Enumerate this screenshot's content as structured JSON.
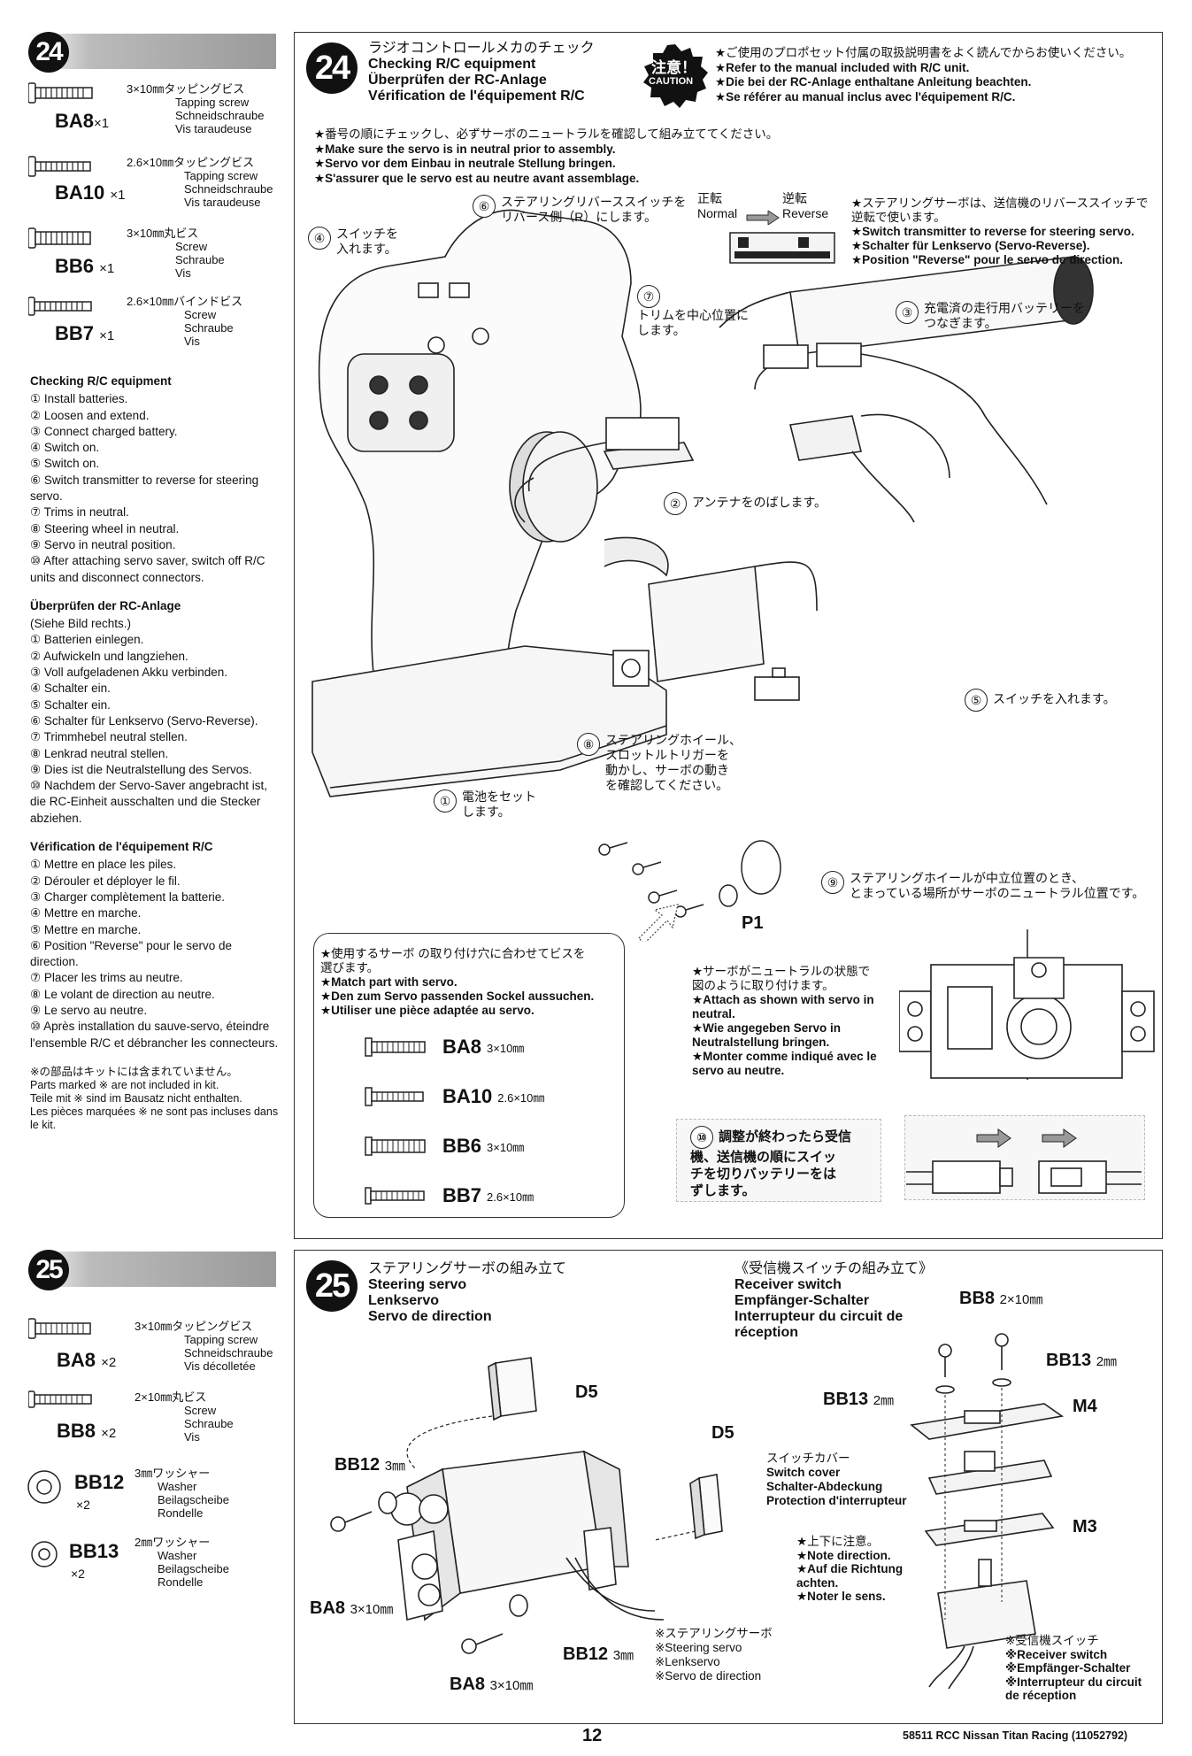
{
  "page_number": "12",
  "footer_text": "58511  RCC Nissan Titan Racing (11052792)",
  "step24": {
    "number": "24",
    "parts": [
      {
        "code": "BA8",
        "qty": "×1",
        "size": "3×10㎜タッピングビス",
        "names": [
          "Tapping screw",
          "Schneidschraube",
          "Vis taraudeuse"
        ]
      },
      {
        "code": "BA10",
        "qty": "×1",
        "size": "2.6×10㎜タッピングビス",
        "names": [
          "Tapping screw",
          "Schneidschraube",
          "Vis taraudeuse"
        ]
      },
      {
        "code": "BB6",
        "qty": "×1",
        "size": "3×10㎜丸ビス",
        "names": [
          "Screw",
          "Schraube",
          "Vis"
        ]
      },
      {
        "code": "BB7",
        "qty": "×1",
        "size": "2.6×10㎜バインドビス",
        "names": [
          "Screw",
          "Schraube",
          "Vis"
        ]
      }
    ],
    "title_jp": "ラジオコントロールメカのチェック",
    "title_en": "Checking R/C equipment",
    "title_de": "Überprüfen der RC-Anlage",
    "title_fr": "Vérification de l'équipement R/C",
    "caution_jp": "注意！",
    "caution_en": "CAUTION",
    "caution_lines": [
      "★ご使用のプロポセット付属の取扱説明書をよく読んでからお使いください。",
      "★Refer to the manual included with R/C unit.",
      "★Die bei der RC-Anlage enthaltane Anleitung beachten.",
      "★Se référer au manual inclus avec l'équipement R/C."
    ],
    "intro_lines": [
      "★番号の順にチェックし、必ずサーボのニュートラルを確認して組み立ててください。",
      "★Make sure the servo is in neutral prior to assembly.",
      "★Servo vor dem Einbau in neutrale Stellung bringen.",
      "★S'assurer que le servo est au neutre avant assemblage."
    ],
    "sidebar": {
      "en_title": "Checking R/C equipment",
      "en_items": [
        "① Install batteries.",
        "② Loosen and extend.",
        "③ Connect charged battery.",
        "④ Switch on.",
        "⑤ Switch on.",
        "⑥ Switch transmitter to reverse for steering servo.",
        "⑦ Trims in neutral.",
        "⑧ Steering wheel in neutral.",
        "⑨ Servo in neutral position.",
        "⑩ After attaching servo saver, switch off R/C units and disconnect connectors."
      ],
      "de_title": "Überprüfen der RC-Anlage",
      "de_sub": "(Siehe Bild rechts.)",
      "de_items": [
        "① Batterien einlegen.",
        "② Aufwickeln und langziehen.",
        "③ Voll aufgeladenen Akku verbinden.",
        "④ Schalter ein.",
        "⑤ Schalter ein.",
        "⑥ Schalter für Lenkservo (Servo-Reverse).",
        "⑦ Trimmhebel neutral stellen.",
        "⑧ Lenkrad neutral stellen.",
        "⑨ Dies ist die Neutralstellung des Servos.",
        "⑩ Nachdem der Servo-Saver angebracht ist, die RC-Einheit ausschalten und die Stecker abziehen."
      ],
      "fr_title": "Vérification de l'équipement R/C",
      "fr_items": [
        "① Mettre en place les piles.",
        "② Dérouler et déployer le fil.",
        "③ Charger complètement la batterie.",
        "④ Mettre en marche.",
        "⑤ Mettre en marche.",
        "⑥ Position \"Reverse\" pour le servo de direction.",
        "⑦ Placer les trims au neutre.",
        "⑧ Le volant de direction au neutre.",
        "⑨ Le servo au neutre.",
        "⑩ Après installation du sauve-servo, éteindre l'ensemble R/C et débrancher les connecteurs."
      ],
      "note_lines": [
        "※の部品はキットには含まれていません。",
        "Parts marked ※ are not included in kit.",
        "Teile mit ※ sind im Bausatz nicht enthalten.",
        "Les pièces marquées ※ ne sont pas incluses dans le kit."
      ]
    },
    "callouts": {
      "c1": [
        "①",
        "電池をセット",
        "します。"
      ],
      "c2": [
        "②",
        "アンテナをのばします。"
      ],
      "c3": [
        "③",
        "充電済の走行用バッテリーを",
        "つなぎます。"
      ],
      "c4": [
        "④",
        "スイッチを",
        "入れます。"
      ],
      "c5": [
        "⑤",
        "スイッチを入れます。"
      ],
      "c6": [
        "⑥",
        "ステアリングリバーススイッチを",
        "リバース側（R）にします。"
      ],
      "c7": [
        "⑦",
        "トリムを中心位置に",
        "します。"
      ],
      "c8": [
        "⑧",
        "ステアリングホイール、",
        "スロットルトリガーを",
        "動かし、サーボの動き",
        "を確認してください。"
      ],
      "c9": [
        "⑨",
        "ステアリングホイールが中立位置のとき、",
        "とまっている場所がサーボのニュートラル位置です。"
      ],
      "c10": [
        "⑩",
        "調整が終わったら受信",
        "機、送信機の順にスイッ",
        "チを切りバッテリーをは",
        "ずします。"
      ]
    },
    "switch_labels": {
      "normal_jp": "正転",
      "normal_en": "Normal",
      "reverse_jp": "逆転",
      "reverse_en": "Reverse"
    },
    "reverse_note": [
      "★ステアリングサーボは、送信機のリバーススイッチで",
      "逆転で使います。",
      "★Switch transmitter to reverse for steering servo.",
      "★Schalter für Lenkservo (Servo-Reverse).",
      "★Position \"Reverse\" pour le servo de direction."
    ],
    "p1_label": "P1",
    "servo_match_box": {
      "lines": [
        "★使用するサーボ の取り付け穴に合わせてビスを",
        "選びます。",
        "★Match part with servo.",
        "★Den zum Servo passenden Sockel aussuchen.",
        "★Utiliser une pièce adaptée au servo."
      ],
      "screws": [
        {
          "code": "BA8",
          "size": "3×10㎜"
        },
        {
          "code": "BA10",
          "size": "2.6×10㎜"
        },
        {
          "code": "BB6",
          "size": "3×10㎜"
        },
        {
          "code": "BB7",
          "size": "2.6×10㎜"
        }
      ]
    },
    "neutral_note": [
      "★サーボがニュートラルの状態で",
      "図のように取り付けます。",
      "★Attach as shown with servo in neutral.",
      "★Wie angegeben Servo in Neutralstellung bringen.",
      "★Monter comme indiqué avec le servo au neutre."
    ]
  },
  "step25": {
    "number": "25",
    "parts": [
      {
        "code": "BA8",
        "qty": "×2",
        "size": "3×10㎜タッピングビス",
        "names": [
          "Tapping screw",
          "Schneidschraube",
          "Vis décolletée"
        ]
      },
      {
        "code": "BB8",
        "qty": "×2",
        "size": "2×10㎜丸ビス",
        "names": [
          "Screw",
          "Schraube",
          "Vis"
        ]
      },
      {
        "code": "BB12",
        "qty": "×2",
        "size": "3㎜ワッシャー",
        "names": [
          "Washer",
          "Beilagscheibe",
          "Rondelle"
        ]
      },
      {
        "code": "BB13",
        "qty": "×2",
        "size": "2㎜ワッシャー",
        "names": [
          "Washer",
          "Beilagscheibe",
          "Rondelle"
        ]
      }
    ],
    "title_jp": "ステアリングサーボの組み立て",
    "title_en": "Steering servo",
    "title_de": "Lenkservo",
    "title_fr": "Servo de direction",
    "receiver_title": [
      "《受信機スイッチの組み立て》",
      "Receiver switch",
      "Empfänger-Schalter",
      "Interrupteur du circuit de",
      "réception"
    ],
    "labels": {
      "d5a": "D5",
      "d5b": "D5",
      "bb12a": "BB12",
      "bb12b": "BB12",
      "mm3": "3㎜",
      "ba8a": "BA8",
      "ba8b": "BA8",
      "size3x10": "3×10㎜",
      "bb8": "BB8",
      "size2x10": "2×10㎜",
      "bb13a": "BB13",
      "bb13b": "BB13",
      "mm2": "2㎜",
      "m4": "M4",
      "m3": "M3"
    },
    "switch_cover": [
      "スイッチカバー",
      "Switch cover",
      "Schalter-Abdeckung",
      "Protection d'interrupteur"
    ],
    "direction_note": [
      "★上下に注意。",
      "★Note direction.",
      "★Auf die Richtung",
      "achten.",
      "★Noter le sens."
    ],
    "servo_note": [
      "※ステアリングサーボ",
      "※Steering servo",
      "※Lenkservo",
      "※Servo de direction"
    ],
    "receiver_note": [
      "※受信機スイッチ",
      "※Receiver switch",
      "※Empfänger-Schalter",
      "※Interrupteur du circuit",
      "de réception"
    ]
  }
}
